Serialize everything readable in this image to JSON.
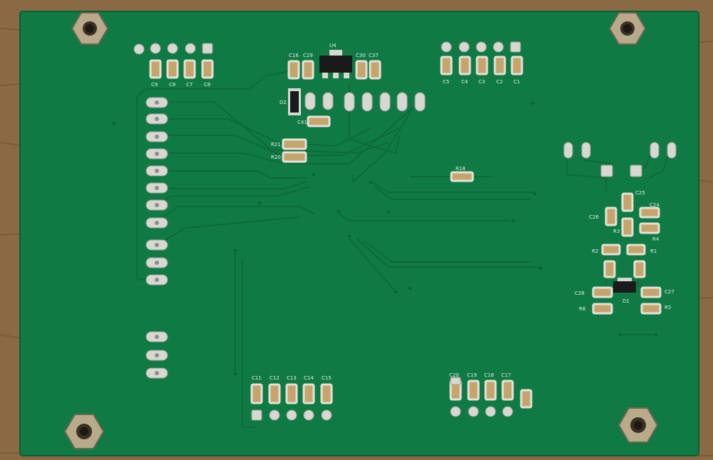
{
  "board": {
    "colors": {
      "wood": "#8a6a45",
      "woodDark": "#6b4f31",
      "solder_mask": "#0f7a44",
      "trace": "#0d6a3a",
      "pad": "#d8d8d2",
      "silkscreen": "#e8eee9",
      "smd_body": "#c7a46a",
      "standoff": "#b9ab8a"
    },
    "standoff_icon": "hex-standoff-icon",
    "labels": {
      "u4": "U4",
      "d1": "D1",
      "d2": "D2",
      "c1": "C1",
      "c2": "C2",
      "c3": "C3",
      "c4": "C4",
      "c5": "C5",
      "c6": "C6",
      "c7": "C7",
      "c8": "C8",
      "c9": "C9",
      "c11": "C11",
      "c12": "C12",
      "c13": "C13",
      "c14": "C14",
      "c15": "C15",
      "c16": "C16",
      "c17": "C17",
      "c18": "C18",
      "c19": "C19",
      "c20": "C20",
      "c24": "C24",
      "c25": "C25",
      "c26": "C26",
      "c27": "C27",
      "c28": "C28",
      "c29": "C29",
      "c30": "C30",
      "c37": "C37",
      "c41": "C41",
      "r1": "R1",
      "r2": "R2",
      "r3": "R3",
      "r4": "R4",
      "r5": "R5",
      "r6": "R6",
      "r18": "R18",
      "r20": "R20",
      "r21": "R21"
    }
  }
}
